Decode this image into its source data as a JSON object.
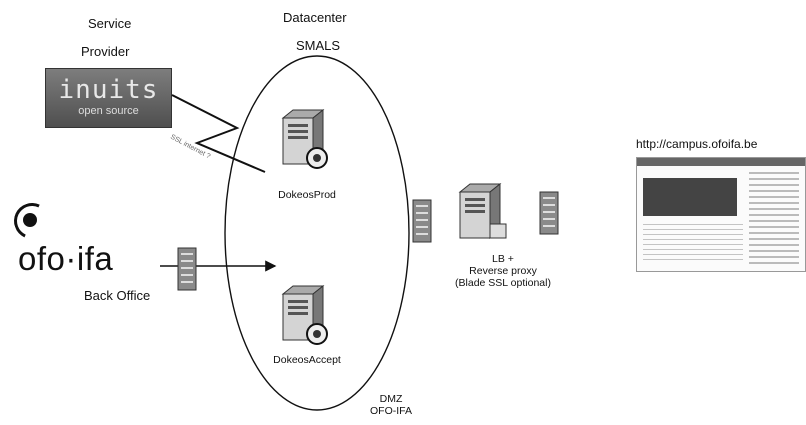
{
  "labels": {
    "service_provider_line1": "Service",
    "service_provider_line2": "Provider",
    "datacenter_line1": "Datacenter",
    "datacenter_line2": "SMALS",
    "url": "http://campus.ofoifa.be",
    "back_office": "Back Office",
    "dokeos_prod": "DokeosProd",
    "dokeos_accept": "DokeosAccept",
    "lb_line1": "LB +",
    "lb_line2": "Reverse proxy",
    "lb_line3": "(Blade SSL optional)",
    "dmz_line1": "DMZ",
    "dmz_line2": "OFO-IFA",
    "link_label": "SSL internet ?"
  },
  "logos": {
    "inuits_main": "inuits",
    "inuits_sub": "open source",
    "ofoifa": "ofo·ifa"
  },
  "colors": {
    "line": "#111111",
    "server_dark": "#6e6e6e",
    "server_light": "#c8c8c8"
  }
}
